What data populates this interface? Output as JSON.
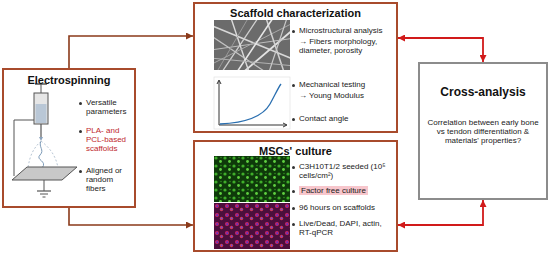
{
  "diagram": {
    "nodes": [
      {
        "text": [
          "Electrospinning",
          "Versatile parameters",
          "PLA- and PCL-based scaffolds",
          "Aligned or random fibers"
        ]
      },
      {
        "text": [
          "Scaffold characterization",
          "Microstructural analysis",
          "→ Fibers morphology, diameter, porosity",
          "Mechanical testing",
          "→ Young Modulus",
          "Contact angle"
        ]
      },
      {
        "text": [
          "MSCs' culture",
          "C3H10T1/2 seeded (10⁵ cells/cm²)",
          "Factor free culture",
          "96 hours on scaffolds",
          "Live/Dead, DAPI, actin, RT-qPCR"
        ]
      },
      {
        "text": [
          "Cross-analysis",
          "Correlation between early bone vs tendon differentiation & materials' properties?"
        ]
      }
    ],
    "edges": [
      {
        "from": 0,
        "to": 1,
        "arrow": "to"
      },
      {
        "from": 0,
        "to": 2,
        "arrow": "to"
      },
      {
        "from": 1,
        "to": 3,
        "arrow": "both"
      },
      {
        "from": 2,
        "to": 3,
        "arrow": "both"
      }
    ]
  }
}
